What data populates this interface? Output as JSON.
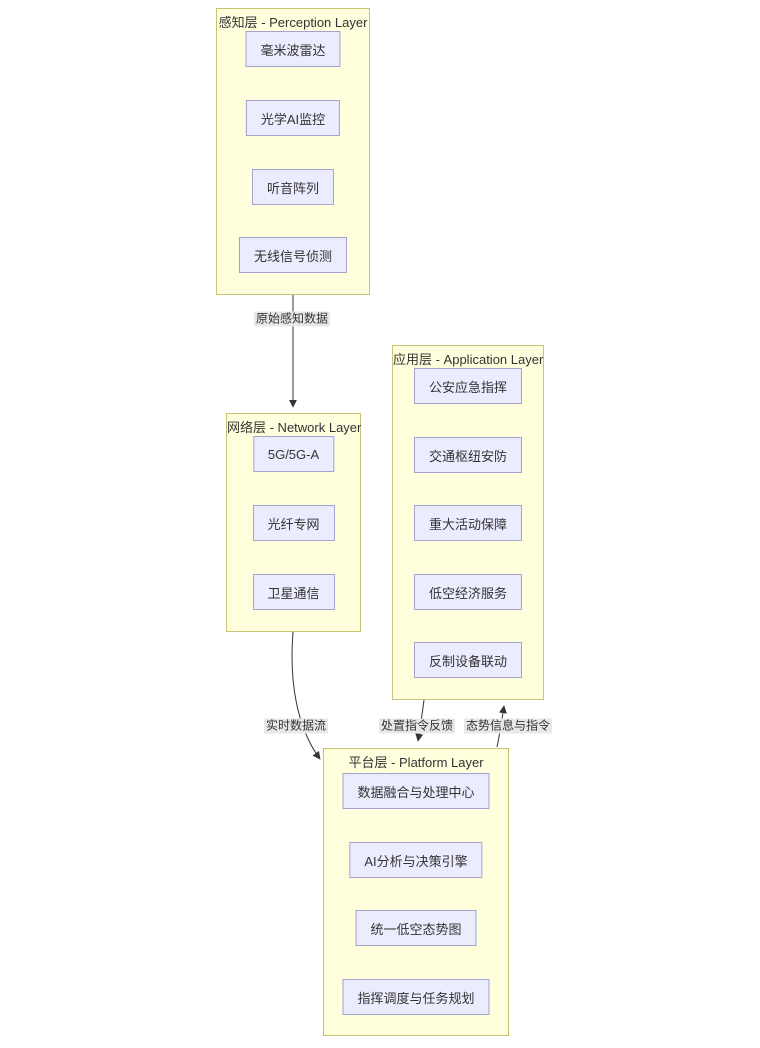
{
  "diagram": {
    "type": "layered-architecture-flowchart",
    "clusters": [
      {
        "id": "perception",
        "title": "感知层 - Perception Layer",
        "nodes": [
          "毫米波雷达",
          "光学AI监控",
          "听音阵列",
          "无线信号侦测"
        ]
      },
      {
        "id": "network",
        "title": "网络层 - Network Layer",
        "nodes": [
          "5G/5G-A",
          "光纤专网",
          "卫星通信"
        ]
      },
      {
        "id": "application",
        "title": "应用层 - Application Layer",
        "nodes": [
          "公安应急指挥",
          "交通枢纽安防",
          "重大活动保障",
          "低空经济服务",
          "反制设备联动"
        ]
      },
      {
        "id": "platform",
        "title": "平台层 - Platform Layer",
        "nodes": [
          "数据融合与处理中心",
          "AI分析与决策引擎",
          "统一低空态势图",
          "指挥调度与任务规划"
        ]
      }
    ],
    "edges": [
      {
        "from": "感知层",
        "to": "网络层",
        "label": "原始感知数据"
      },
      {
        "from": "网络层",
        "to": "平台层",
        "label": "实时数据流"
      },
      {
        "from": "应用层",
        "to": "平台层",
        "label": "处置指令反馈"
      },
      {
        "from": "平台层",
        "to": "应用层",
        "label": "态势信息与指令"
      }
    ],
    "colors": {
      "cluster_fill": "#ffffde",
      "cluster_border": "#c5c575",
      "node_fill": "#ececff",
      "node_border": "#a3a3cd",
      "edge_stroke": "#333333",
      "edge_label_bg": "#e8e8e8",
      "text": "#333333",
      "background": "#ffffff"
    }
  }
}
